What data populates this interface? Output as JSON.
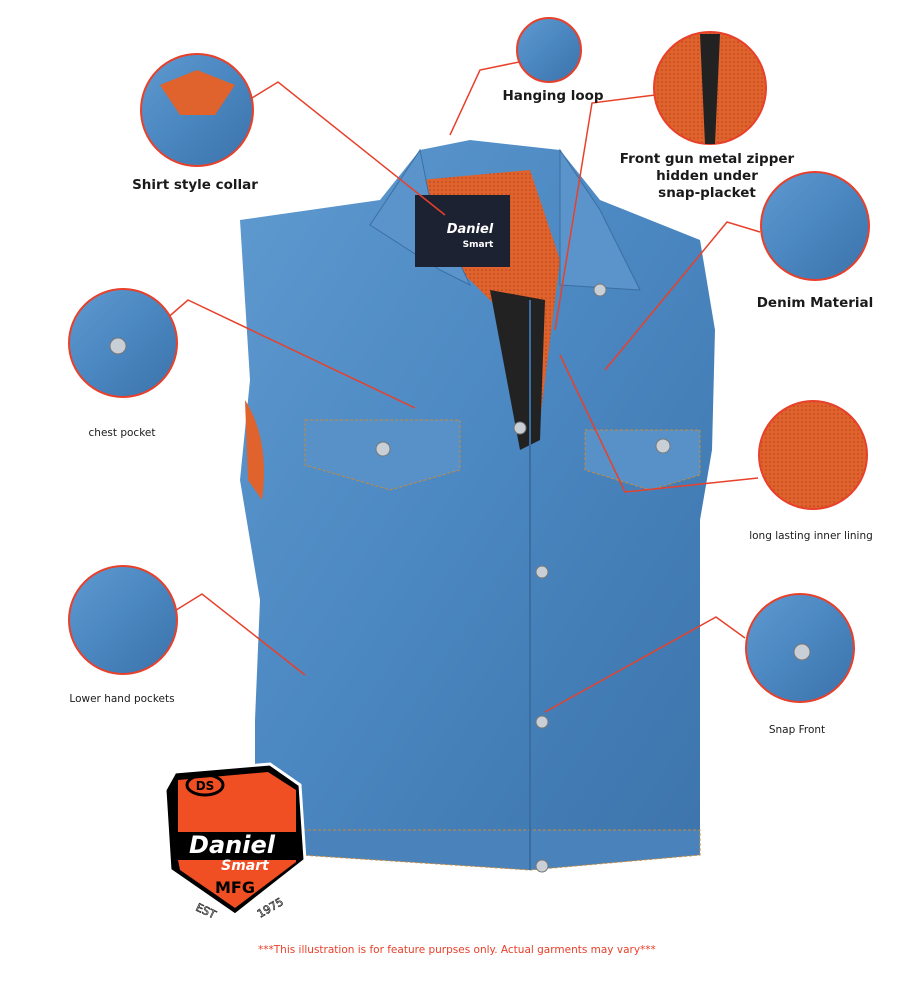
{
  "callouts": {
    "collar": "Shirt style collar",
    "loop": "Hanging loop",
    "zipper_1": "Front gun metal zipper",
    "zipper_2": "hidden under",
    "zipper_3": "snap-placket",
    "denim": "Denim Material",
    "chest": "chest pocket",
    "lining": "long lasting inner lining",
    "lower": "Lower hand pockets",
    "snap": "Snap Front"
  },
  "logo": {
    "initials": "DS",
    "name_1": "Daniel",
    "name_2": "Smart",
    "mfg": "MFG",
    "est": "EST",
    "year": "1975"
  },
  "label_tag": {
    "brand": "Daniel",
    "sub": "Smart"
  },
  "disclaimer": "***This illustration is for feature purpses only. Actual garments may vary***",
  "colors": {
    "denim": "#4a86c0",
    "lining": "#e0622c",
    "callout_line": "#e8402a",
    "logo_orange": "#f04e23"
  }
}
